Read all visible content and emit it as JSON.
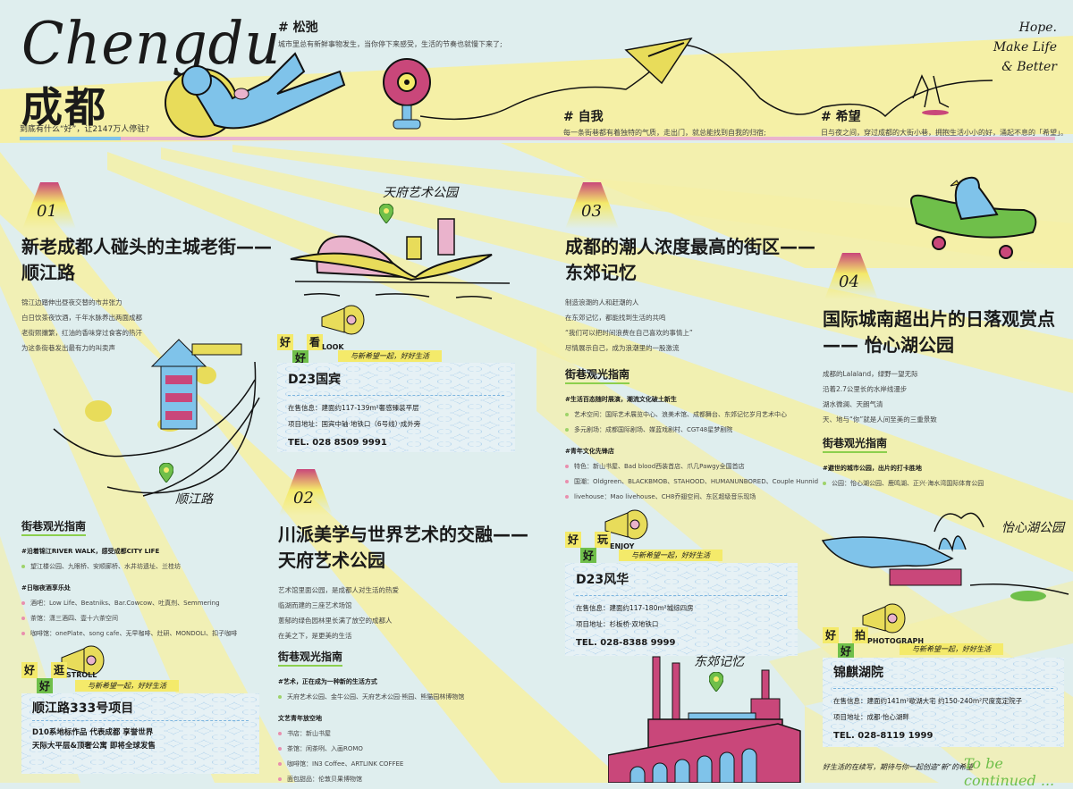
{
  "header": {
    "title_en": "Chengdu",
    "title_cn": "成都",
    "subtitle": "到底有什么“好”，让2147万人停驻?",
    "slogan_lines": [
      "Hope.",
      "Make Life",
      "& Better"
    ],
    "tags": [
      {
        "title": "# 松弛",
        "text": "城市里总有新鲜事物发生，当你停下来感受，生活的节奏也就慢下来了;"
      },
      {
        "title": "# 自我",
        "text": "每一条街巷都有着独特的气质，走出门，就总能找到自我的归宿;"
      },
      {
        "title": "# 希望",
        "text": "日与夜之间，穿过成都的大街小巷，拥抱生活小小的好，涌起不息的「希望」。"
      }
    ]
  },
  "sections": [
    {
      "number": "01",
      "title_line1": "新老成都人碰头的主城老街——",
      "title_line2": "顺江路",
      "paragraph": [
        "锦江边踏伸出昼夜交替的市井张力",
        "白日饮茶夜饮酒，千年水脉养出两面成都",
        "老街熙攘繁，红油的香味穿过食客的热汗",
        "为这条街巷发出最有力的叫卖声"
      ],
      "map_label": "顺江路",
      "guide": {
        "heading": "街巷观光指南",
        "groups": [
          {
            "title": "#沿着锦江RIVER WALK，感受成都CITY LIFE",
            "items": [
              "望江楼公园、九眼桥、安顺廊桥、水井坊遗址、兰桂坊"
            ],
            "dot": "green"
          },
          {
            "title": "#日咖夜酒享乐处",
            "items": [
              "酒吧：Low Life、Beatniks、Bar.Cowcow、吐真剂、Semmering",
              "茶馆：潇三酒四、壹十六茶空间",
              "咖啡馆：onePlate、song cafe、无早咖啡、灶研、MONDOLI、扣子咖啡"
            ],
            "dot": "pink"
          }
        ]
      },
      "promo": {
        "hao1": "好",
        "verb": "逛",
        "hao2": "好",
        "eng": "STROLL",
        "slogan": "与新希望一起，好好生活",
        "name": "顺江路333号项目",
        "lines": [
          "D10系地标作品  代表成都  享誉世界",
          "天际大平层&顶奢公寓   即将全球发售"
        ]
      }
    },
    {
      "number": "02",
      "title_line1": "川派美学与世界艺术的交融——",
      "title_line2": "天府艺术公园",
      "paragraph": [
        "艺术馆里面公园，是成都人对生活的热爱",
        "临湖而建的三座艺术场馆",
        "蔥郁的绿色园林里长满了放空的成都人",
        "在美之下，是更美的生活"
      ],
      "map_label": "天府艺术公园",
      "guide": {
        "heading": "街巷观光指南",
        "groups": [
          {
            "title": "#艺术，正在成为一种新的生活方式",
            "items": [
              "天府艺术公园、金牛公园、天府艺术公园·熊园、熊猫园林博物馆"
            ],
            "dot": "green"
          },
          {
            "title": "文艺青年放空地",
            "items": [
              "书店：新山书屋",
              "茶馆：闲茶咧、入画ROMO",
              "咖啡馆：IN3 Coffee、ARTLINK COFFEE",
              "面包甜品：伦敦贝果博物馆"
            ],
            "dot": "pink"
          }
        ]
      },
      "promo": {
        "hao1": "好",
        "verb": "看",
        "hao2": "好",
        "eng": "LOOK",
        "slogan": "与新希望一起，好好生活",
        "name": "D23国宾",
        "info": "在售信息：建面约117-139m²奢感臻装平层",
        "address": "项目地址：国宾中轴·地铁口（6号线）·成外旁",
        "tel": "TEL. 028 8509 9991"
      }
    },
    {
      "number": "03",
      "title_line1": "成都的潮人浓度最高的街区——",
      "title_line2": "东郊记忆",
      "paragraph": [
        "制造浪潮的人和赶潮的人",
        "在东郊记忆，都能找到生活的共鸣",
        "“我们可以把时间浪费在自己喜欢的事情上”",
        "尽情展示自己，成为浪潮里的一股激流"
      ],
      "map_label": "东郊记忆",
      "guide": {
        "heading": "街巷观光指南",
        "groups": [
          {
            "title": "#生活百态随时展演，潮流文化破土新生",
            "items": [
              "艺术空间：国际艺术展览中心、浪美术馆、成都舞台、东郊记忆岁月艺术中心",
              "多元剧场：成都国际剧场、媒蓝戏剧村、CGT48星梦剧院"
            ],
            "dot": "green"
          },
          {
            "title": "#青年文化先锋店",
            "items": [
              "特色：新山书屋、Bad blood西装首店、爪几Pawgy全国首店",
              "国潮：Oldgreen、BLACKBMOB、STAHOOD、HUMANUNBORED、Couple Hunnid",
              "livehouse：Mao livehouse、CH8乔翅空间、东区超级音乐现场"
            ],
            "dot": "pink"
          }
        ]
      },
      "promo": {
        "hao1": "好",
        "verb": "玩",
        "hao2": "好",
        "eng": "ENJOY",
        "slogan": "与新希望一起，好好生活",
        "name": "D23风华",
        "info": "在售信息：建面约117-180m²城综四房",
        "address": "项目地址：杉板桥·双地铁口",
        "tel": "TEL. 028-8388 9999"
      }
    },
    {
      "number": "04",
      "title_line1": "国际城南超出片的日落观赏点",
      "title_line2": "—— 怡心湖公园",
      "paragraph": [
        "成都的Lalaland，绿野一望无际",
        "沿着2.7公里长的水岸线漫步",
        "湖水微澜、天朗气清",
        "天、地与“你”就是人间至美的三重景致"
      ],
      "map_label": "怡心湖公园",
      "guide": {
        "heading": "街巷观光指南",
        "groups": [
          {
            "title": "#避世的城市公园，出片的打卡胜地",
            "items": [
              "公园：怡心湖公园、鹿鸣湖、正兴·海水湾国际体育公园"
            ],
            "dot": "green"
          }
        ]
      },
      "promo": {
        "hao1": "好",
        "verb": "拍",
        "hao2": "好",
        "eng": "PHOTOGRAPH",
        "slogan": "与新希望一起，好好生活",
        "name": "锦麒湖院",
        "info": "在售信息：建面约141m²歇湖大宅   约150-240m²尺度宽定院子",
        "address": "项目地址：成都·怡心湖畔",
        "tel": "TEL. 028-8119 1999"
      }
    }
  ],
  "footer": {
    "text": "好生活的在续写，期待与你一起创造“新”的希望",
    "continued": "To be continued ..."
  },
  "colors": {
    "bg": "#dfeeee",
    "yellow": "#f4ef9e",
    "pink": "#c9477a",
    "blue": "#7fc3ea",
    "green": "#6fbf4a"
  }
}
